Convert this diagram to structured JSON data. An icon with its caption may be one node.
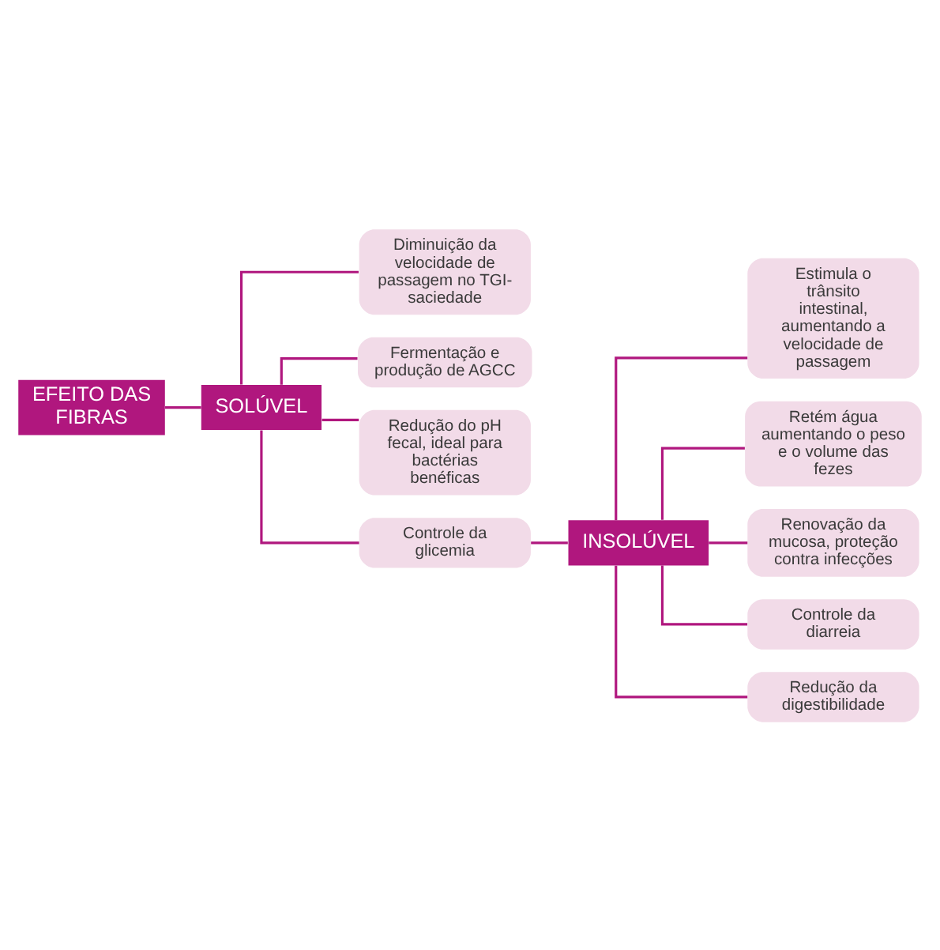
{
  "diagram": {
    "nodes": [
      {
        "text": [
          "EFEITO DAS FIBRAS"
        ]
      },
      {
        "text": [
          "SOLÚVEL"
        ]
      },
      {
        "text": [
          "Diminuição da velocidade de passagem no TGI-saciedade"
        ]
      },
      {
        "text": [
          "Fermentação e produção de AGCC"
        ]
      },
      {
        "text": [
          "Redução do pH fecal, ideal para bactérias benéficas"
        ]
      },
      {
        "text": [
          "Controle da glicemia"
        ]
      },
      {
        "text": [
          "INSOLÚVEL"
        ]
      },
      {
        "text": [
          "Estimula o trânsito intestinal, aumentando a velocidade de passagem"
        ]
      },
      {
        "text": [
          "Retém água aumentando o peso e o volume das fezes"
        ]
      },
      {
        "text": [
          "Renovação da mucosa, proteção contra infecções"
        ]
      },
      {
        "text": [
          "Controle da diarreia"
        ]
      },
      {
        "text": [
          "Redução da digestibilidade"
        ]
      }
    ],
    "edges": [
      {
        "from": 0,
        "to": 1,
        "arrow": "none"
      },
      {
        "from": 1,
        "to": 2,
        "arrow": "none"
      },
      {
        "from": 1,
        "to": 3,
        "arrow": "none"
      },
      {
        "from": 1,
        "to": 4,
        "arrow": "none"
      },
      {
        "from": 1,
        "to": 5,
        "arrow": "none"
      },
      {
        "from": 5,
        "to": 6,
        "arrow": "none"
      },
      {
        "from": 6,
        "to": 7,
        "arrow": "none"
      },
      {
        "from": 6,
        "to": 8,
        "arrow": "none"
      },
      {
        "from": 6,
        "to": 9,
        "arrow": "none"
      },
      {
        "from": 6,
        "to": 10,
        "arrow": "none"
      },
      {
        "from": 6,
        "to": 11,
        "arrow": "none"
      }
    ]
  }
}
